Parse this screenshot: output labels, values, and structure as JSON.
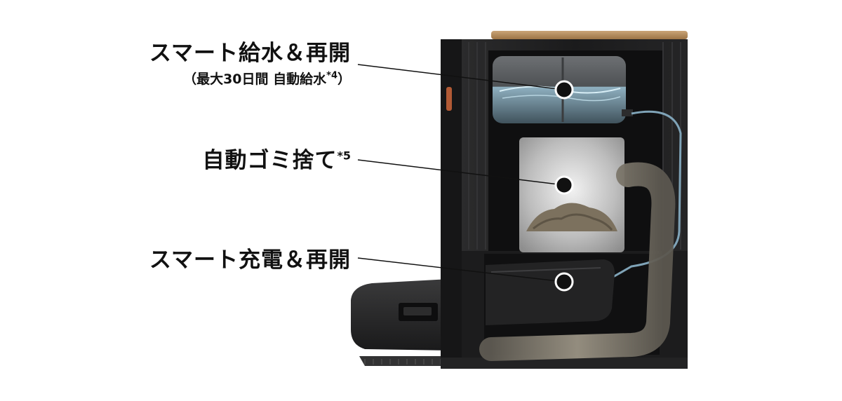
{
  "features": {
    "water": {
      "title": "スマート給水＆再開",
      "subtitle": "（最大30日間 自動給水",
      "subtitle_note": "*4",
      "subtitle_close": "）"
    },
    "dust": {
      "title": "自動ゴミ捨て",
      "note": "*5"
    },
    "charge": {
      "title": "スマート充電＆再開"
    }
  },
  "colors": {
    "station_body": "#1e1e1f",
    "station_lid": "#b08a5c",
    "robot": "#262627",
    "accent_tab": "#b25a35",
    "water": "#9cb9c8",
    "dust": "#8b8272",
    "label_text": "#111111"
  },
  "icons": [
    "callout-dot-icon"
  ]
}
